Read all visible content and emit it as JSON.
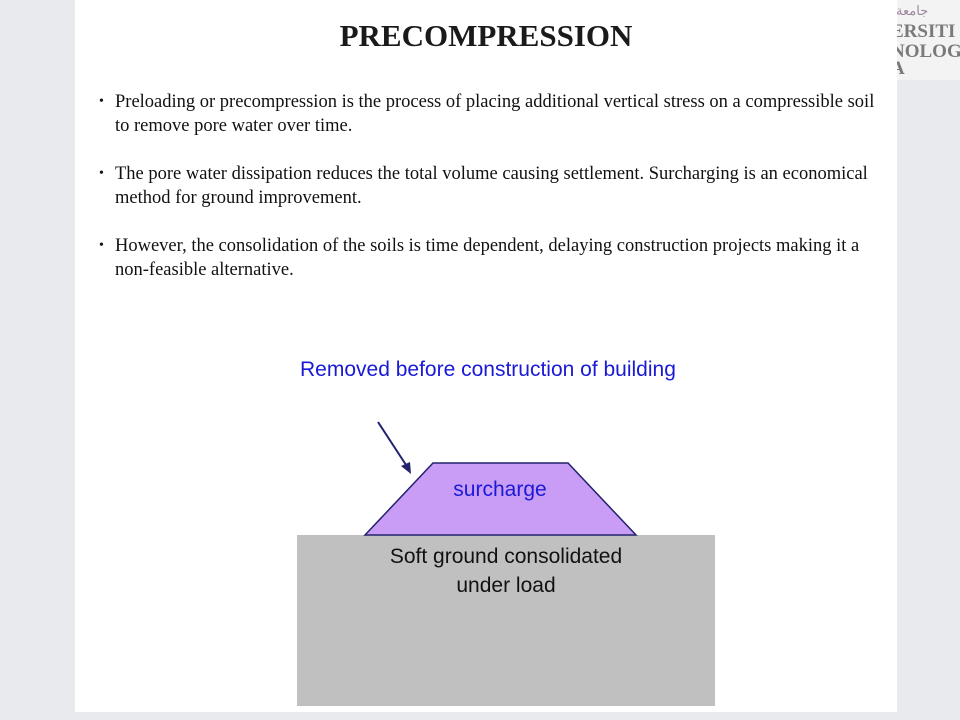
{
  "logo": {
    "script_text": "جامعة",
    "lines": [
      "ERSITI",
      "NOLOGI",
      "A"
    ]
  },
  "slide": {
    "title": "PRECOMPRESSION",
    "bullets": [
      "Preloading or precompression is the process of placing additional vertical stress on a compressible soil to remove pore water over time.",
      "The pore water dissipation reduces the total volume causing settlement. Surcharging is an economical method for ground improvement.",
      "However, the consolidation of the soils is time dependent, delaying construction projects making it a non-feasible alternative."
    ],
    "bullet_symbol": "•"
  },
  "diagram": {
    "annotation": "Removed before construction of building",
    "surcharge_label": "surcharge",
    "ground_label_line1": "Soft ground consolidated",
    "ground_label_line2": "under load",
    "colors": {
      "surcharge_fill": "#c99cf5",
      "ground_fill": "#c0c0c0",
      "annotation_text": "#1a1ad6",
      "arrow": "#22226e"
    }
  }
}
